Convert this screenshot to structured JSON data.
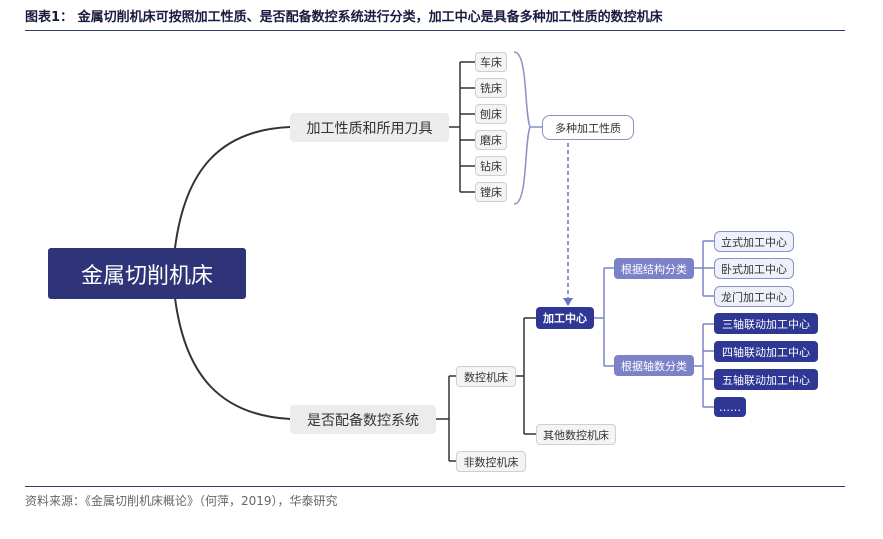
{
  "title": "图表1：  金属切削机床可按照加工性质、是否配备数控系统进行分类，加工中心是具备多种加工性质的数控机床",
  "source": "资料来源：《金属切削机床概论》（何萍，2019），华泰研究",
  "root": "金属切削机床",
  "branch_processing": {
    "label": "加工性质和所用刀具",
    "items": [
      "车床",
      "铣床",
      "刨床",
      "磨床",
      "钻床",
      "镗床"
    ],
    "note": "多种加工性质"
  },
  "branch_cnc": {
    "label": "是否配备数控系统",
    "cnc": "数控机床",
    "non_cnc": "非数控机床",
    "machining_center": "加工中心",
    "other_cnc": "其他数控机床",
    "by_structure": {
      "label": "根据结构分类",
      "items": [
        "立式加工中心",
        "卧式加工中心",
        "龙门加工中心"
      ]
    },
    "by_axis": {
      "label": "根据轴数分类",
      "items": [
        "三轴联动加工中心",
        "四轴联动加工中心",
        "五轴联动加工中心",
        "……"
      ]
    }
  }
}
